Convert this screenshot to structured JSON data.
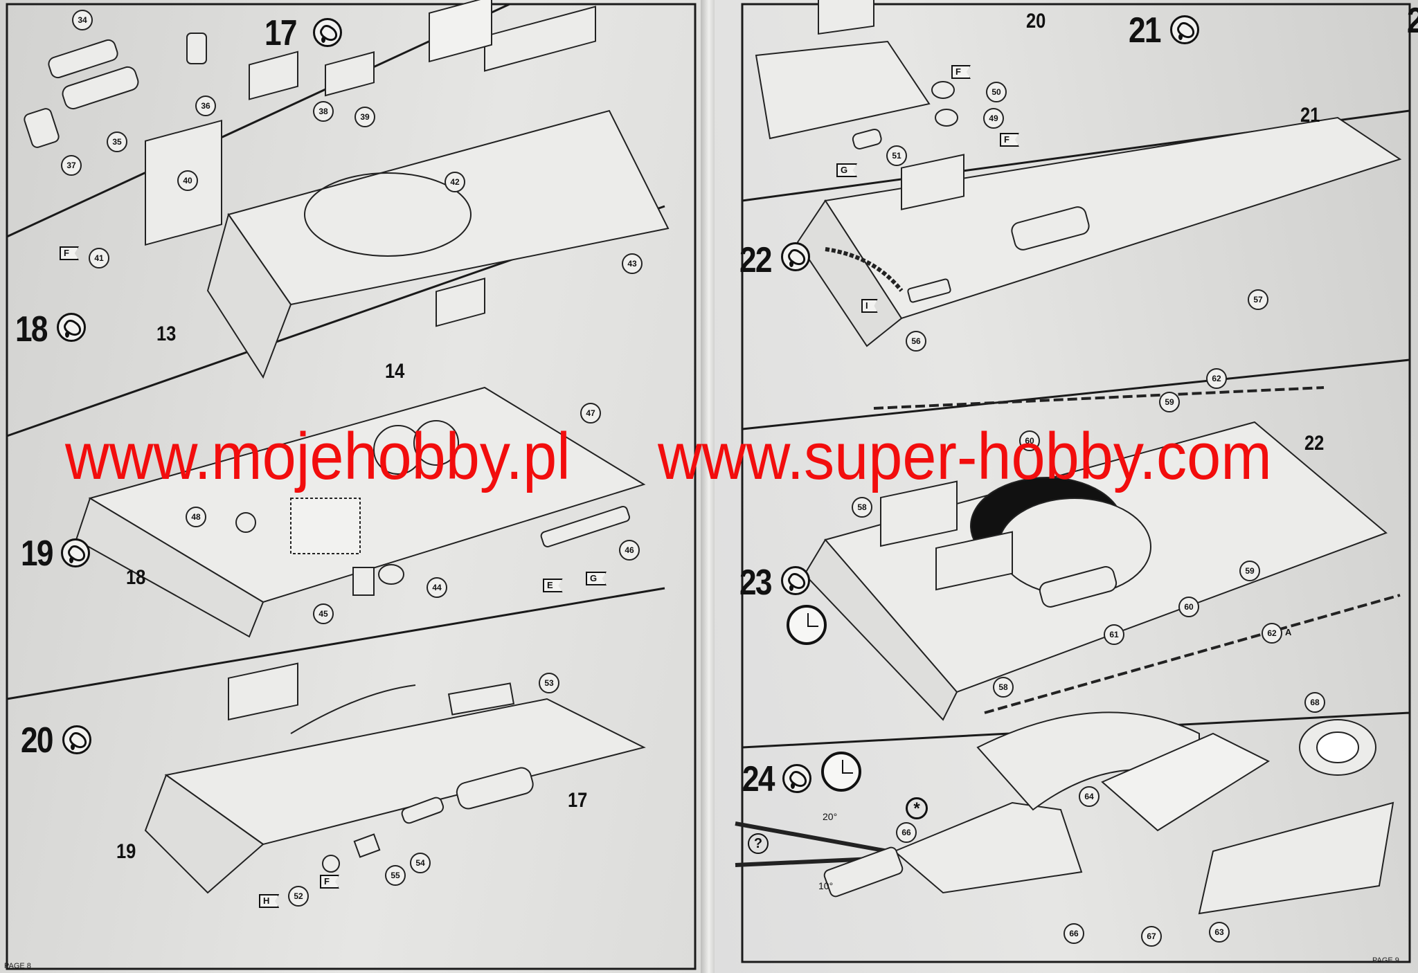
{
  "steps": [
    {
      "number": "17"
    },
    {
      "number": "18"
    },
    {
      "number": "19"
    },
    {
      "number": "20"
    },
    {
      "number": "20"
    },
    {
      "number": "21"
    },
    {
      "number": "22"
    },
    {
      "number": "23"
    },
    {
      "number": "24"
    }
  ],
  "parts": {
    "p34": "34",
    "p35": "35",
    "p36": "36",
    "p37": "37",
    "p38": "38",
    "p39": "39",
    "p40": "40",
    "p41": "41",
    "p42": "42",
    "p43": "43",
    "p47": "47",
    "p48": "48",
    "p46": "46",
    "p45": "45",
    "p44": "44",
    "p53": "53",
    "p52": "52",
    "p55": "55",
    "p54": "54",
    "p50": "50",
    "p49": "49",
    "p51": "51",
    "p56": "56",
    "p57": "57",
    "p62": "62",
    "p59": "59",
    "p60": "60",
    "p58": "58",
    "p59b": "59",
    "p60b": "60",
    "p61": "61",
    "p62a": "62",
    "p58b": "58",
    "p68": "68",
    "p64": "64",
    "p66": "66",
    "p66b": "66",
    "p67": "67",
    "p63": "63"
  },
  "big_labels": {
    "l13": "13",
    "l14": "14",
    "l18": "18",
    "l17": "17",
    "l19": "19",
    "l20": "20",
    "l21": "21",
    "l22": "22",
    "suffix_a": "A"
  },
  "sprue_flags": {
    "f41": "F",
    "g46": "G",
    "e46": "E",
    "h52": "H",
    "f52": "F",
    "f50": "F",
    "f49": "F",
    "g51": "G",
    "i56": "I"
  },
  "angles": {
    "a1": "20°",
    "a2": "10°"
  },
  "symbols": {
    "star": "*",
    "question": "?"
  },
  "page_numbers": {
    "left": "PAGE 8",
    "right": "PAGE 9"
  },
  "watermark": {
    "left": "www.mojehobby.pl",
    "right": "www.super-hobby.com",
    "color": "#f20d0d"
  },
  "icons": [
    "glue-icon",
    "clock-icon",
    "star-icon",
    "question-icon"
  ]
}
